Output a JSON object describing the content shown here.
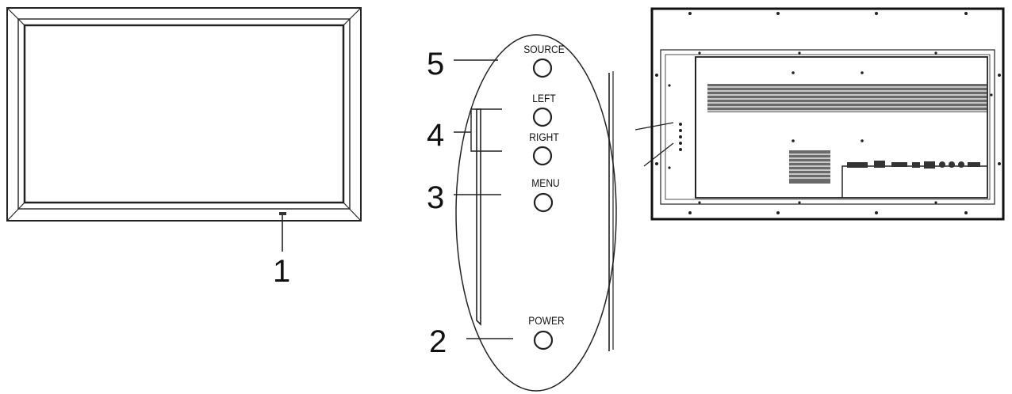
{
  "callouts": {
    "one": "1",
    "two": "2",
    "three": "3",
    "four": "4",
    "five": "5"
  },
  "buttons": {
    "source": "SOURCE",
    "left": "LEFT",
    "right": "RIGHT",
    "menu": "MENU",
    "power": "POWER"
  },
  "colors": {
    "line": "#222222",
    "background": "#ffffff"
  }
}
